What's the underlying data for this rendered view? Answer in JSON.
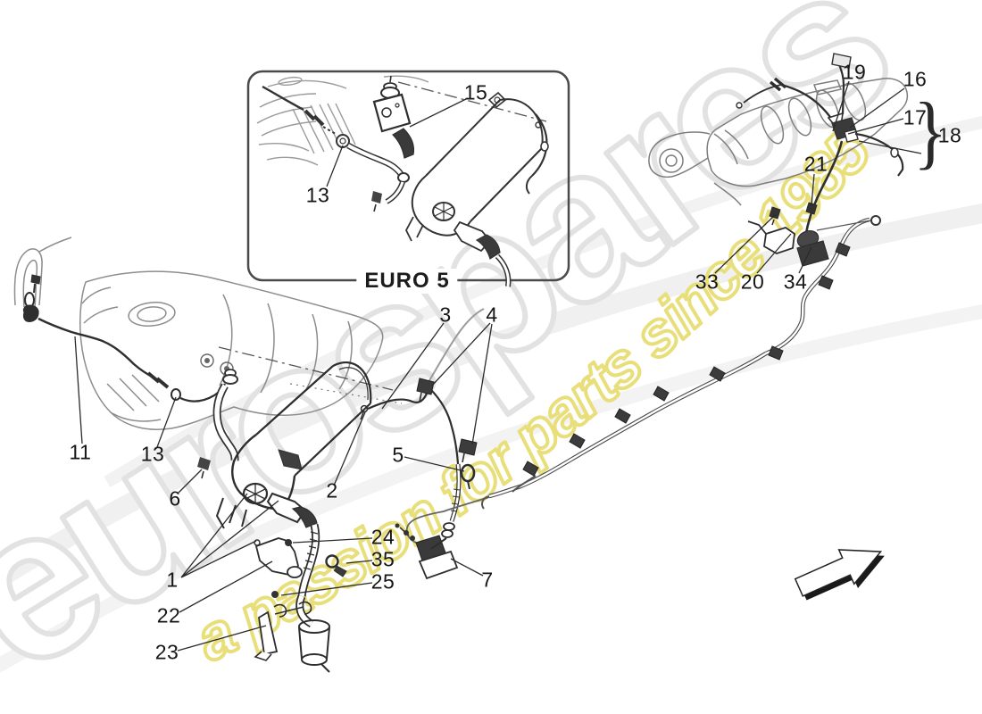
{
  "watermark": {
    "brand": "eurospares",
    "tagline": "a passion for parts since 1985",
    "brand_outline_color": "#e2e2e2",
    "tagline_outline_color": "#e8df7a"
  },
  "inset": {
    "label": "EURO 5"
  },
  "bracket": {
    "glyph": "}",
    "groups_label": "18"
  },
  "icons": {
    "direction_arrow_icon": "up-right-block-arrow"
  },
  "callouts": [
    {
      "text": "15"
    },
    {
      "text": "13"
    },
    {
      "text": "11"
    },
    {
      "text": "13"
    },
    {
      "text": "6"
    },
    {
      "text": "1"
    },
    {
      "text": "22"
    },
    {
      "text": "23"
    },
    {
      "text": "2"
    },
    {
      "text": "3"
    },
    {
      "text": "4"
    },
    {
      "text": "5"
    },
    {
      "text": "24"
    },
    {
      "text": "35"
    },
    {
      "text": "25"
    },
    {
      "text": "7"
    },
    {
      "text": "19"
    },
    {
      "text": "16"
    },
    {
      "text": "17"
    },
    {
      "text": "18"
    },
    {
      "text": "21"
    },
    {
      "text": "33"
    },
    {
      "text": "20"
    },
    {
      "text": "34"
    }
  ]
}
